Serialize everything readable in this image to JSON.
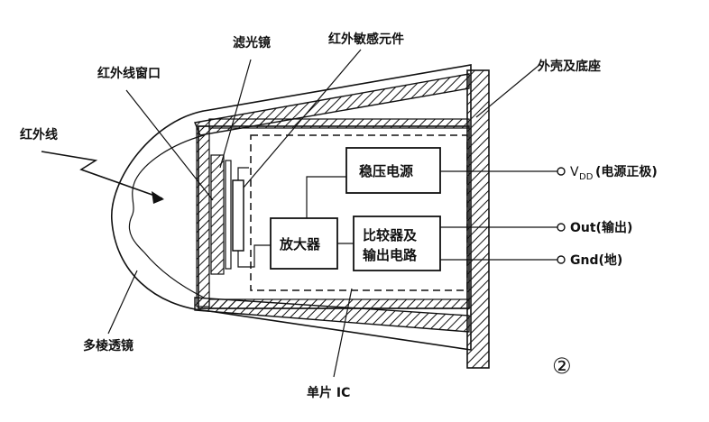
{
  "labels": {
    "filter": "滤光镜",
    "sensor": "红外敏感元件",
    "window": "红外线窗口",
    "shell": "外壳及底座",
    "ir": "红外线",
    "lens": "多棱透镜",
    "ic": "单片 IC",
    "figure_no": "②"
  },
  "blocks": {
    "regulator": "稳压电源",
    "amplifier": "放大器",
    "comparator_line1": "比较器及",
    "comparator_line2": "输出电路"
  },
  "pins": {
    "vdd_main": "V",
    "vdd_sub": "DD",
    "vdd_note": "(电源正极)",
    "out": "Out(输出)",
    "gnd": "Gnd(地)"
  }
}
